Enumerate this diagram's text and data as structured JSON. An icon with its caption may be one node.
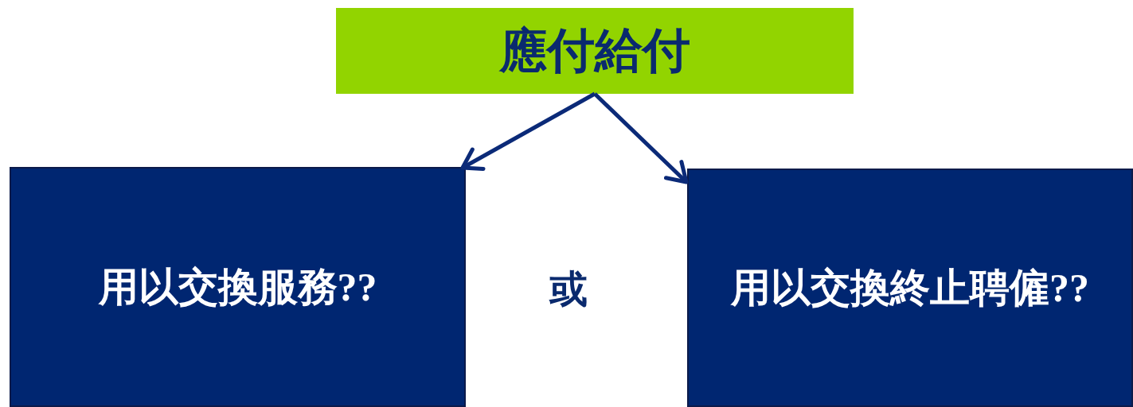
{
  "diagram": {
    "nodes": [
      {
        "text": [
          "應付給付"
        ]
      },
      {
        "text": [
          "用以交換服務??"
        ]
      },
      {
        "text": [
          "用以交換終止聘僱??"
        ]
      }
    ],
    "edges": [
      {
        "from": 0,
        "to": 1,
        "arrow": "to"
      },
      {
        "from": 0,
        "to": 2,
        "arrow": "to"
      }
    ],
    "labels": [
      "或"
    ]
  }
}
